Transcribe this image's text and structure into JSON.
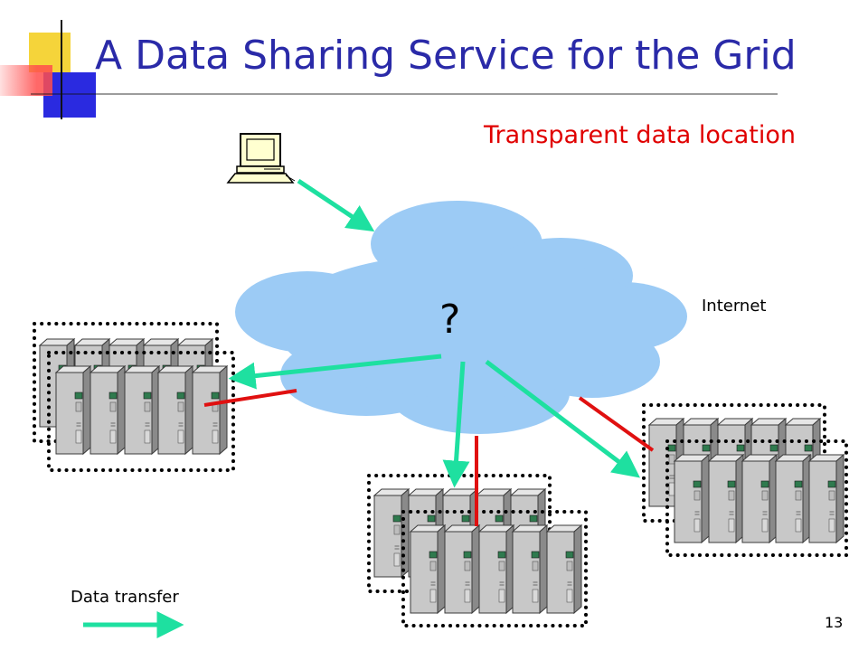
{
  "slide": {
    "title": "A Data Sharing Service for the Grid",
    "subtitle": "Transparent data location",
    "cloud_label": "Internet",
    "cloud_center_text": "?",
    "legend_label": "Data transfer",
    "page_number": "13"
  },
  "colors": {
    "title": "#2a2aa8",
    "subtitle": "#e00000",
    "cloud": "#9ccbf5",
    "transfer_arrow": "#1ee0a0",
    "link_line": "#e01010",
    "deco_yellow": "#f5d43a",
    "deco_blue": "#2a2ae0",
    "deco_red": "#ff4d4d"
  },
  "icons": [
    "desktop-computer-icon",
    "server-rack-icon",
    "cloud-icon",
    "arrow-icon"
  ]
}
